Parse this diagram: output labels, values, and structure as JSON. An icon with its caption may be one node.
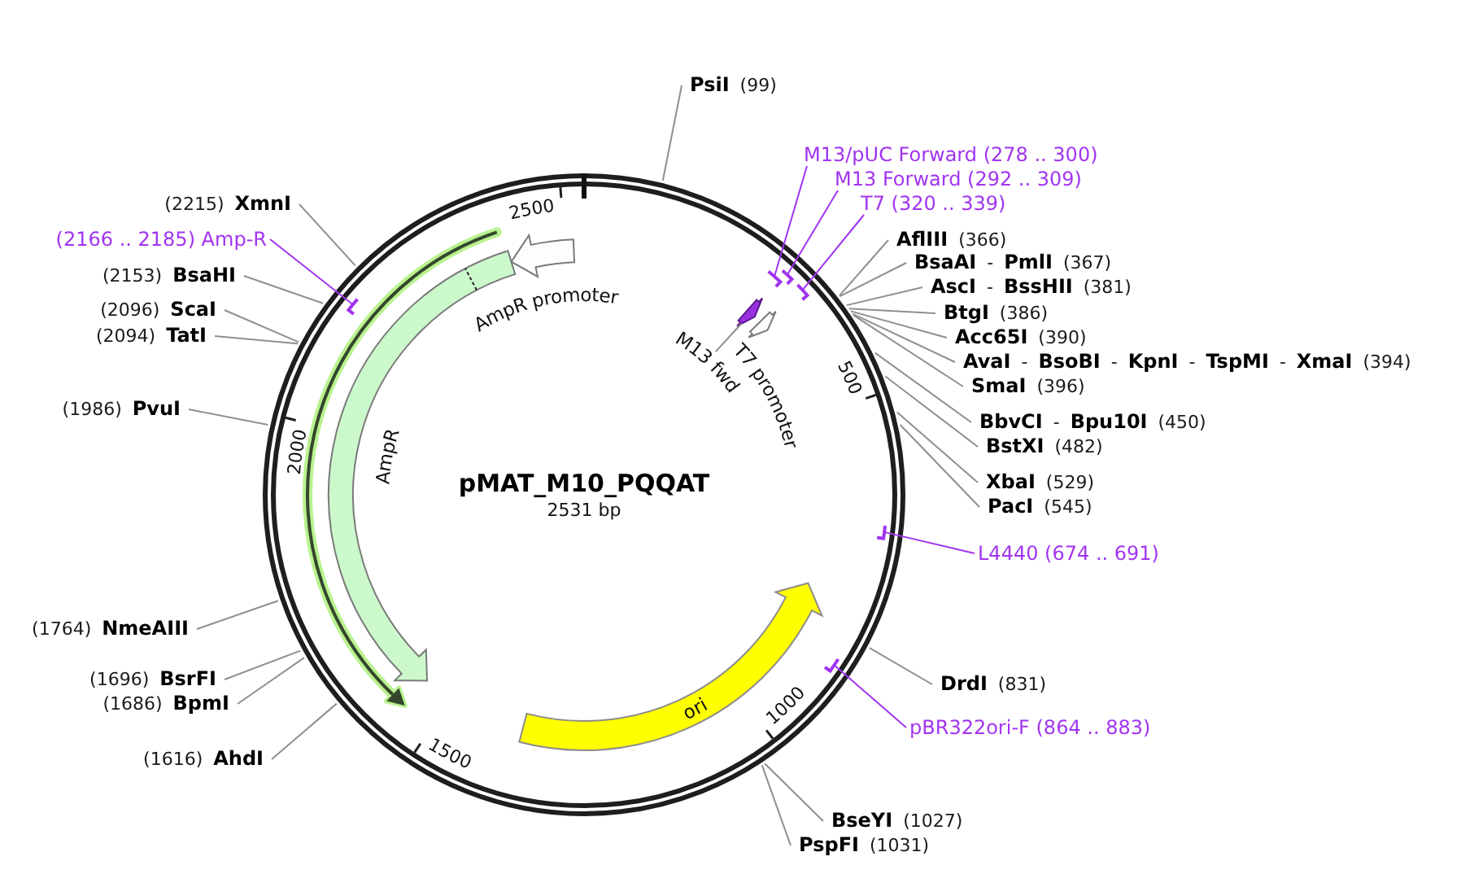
{
  "diagram": {
    "title": "pMAT_M10_PQQAT",
    "nodes": [
      {
        "text": [],
        "shape": "circle"
      },
      {
        "text": [
          "**PsiI** (99)"
        ]
      },
      {
        "text": [
          "M13/pUC Forward (278 .. 300)"
        ]
      },
      {
        "text": [],
        "shape": "bar",
        "in": 0
      },
      {
        "text": [
          "M13 Forward (292 .. 309)"
        ]
      },
      {
        "text": [],
        "shape": "bar",
        "in": 0
      },
      {
        "text": [
          "T7 (320 .. 339)"
        ]
      },
      {
        "text": [],
        "shape": "bar",
        "in": 0
      },
      {
        "text": [
          "**AflIII** (366)"
        ]
      },
      {
        "text": [
          "**BsaAI** - **PmlI** (367)"
        ]
      },
      {
        "text": [
          "**AscI** - **BssHII** (381)"
        ]
      },
      {
        "text": [
          "**BtgI** (386)"
        ]
      },
      {
        "text": [
          "**Acc65I** (390)"
        ]
      },
      {
        "text": [
          "**AvaI** - **BsoBI** - **KpnI** - **TspMI** - **XmaI** (394)"
        ]
      },
      {
        "text": [
          "**SmaI** (396)"
        ]
      },
      {
        "text": [
          "**BbvCI** - **Bpu10I** (450)"
        ]
      },
      {
        "text": [
          "**BstXI** (482)"
        ]
      },
      {
        "text": [
          "**XbaI** (529)"
        ]
      },
      {
        "text": [
          "**PacI** (545)"
        ]
      },
      {
        "text": [
          "L4440 (674 .. 691)"
        ]
      },
      {
        "text": [],
        "shape": "bar",
        "in": 0
      },
      {
        "text": [
          "**DrdI** (831)"
        ]
      },
      {
        "text": [
          "pBR322ori-F (864 .. 883)"
        ]
      },
      {
        "text": [],
        "shape": "bar",
        "in": 0
      },
      {
        "text": [
          "**BseYI** (1027)"
        ]
      },
      {
        "text": [
          "**PspFI** (1031)"
        ]
      },
      {
        "text": [
          "(1616) **AhdI**"
        ]
      },
      {
        "text": [
          "(1686) **BpmI**"
        ]
      },
      {
        "text": [
          "(1696) **BsrFI**"
        ]
      },
      {
        "text": [
          "(1764) **NmeAIII**"
        ]
      },
      {
        "text": [
          "(1986) **PvuI**"
        ]
      },
      {
        "text": [
          "(2094) **TatI**"
        ]
      },
      {
        "text": [
          "(2096) **ScaI**"
        ]
      },
      {
        "text": [
          "(2153) **BsaHI**"
        ]
      },
      {
        "text": [
          "(2166 .. 2185) Amp-R"
        ]
      },
      {
        "text": [],
        "shape": "bar",
        "in": 0
      },
      {
        "text": [
          "(2215) **XmnI**"
        ]
      },
      {
        "text": [
          "AmpR promoter"
        ],
        "in": 0
      },
      {
        "text": [
          "AmpR"
        ],
        "in": 0
      },
      {
        "text": [
          "M13 fwd"
        ],
        "in": 0
      },
      {
        "text": [],
        "shape": "arrow",
        "in": 0
      },
      {
        "text": [
          "T7 promoter"
        ],
        "in": 0
      },
      {
        "text": [
          "ori"
        ],
        "in": 0
      }
    ],
    "edges": [
      {
        "from": 1,
        "to": 0,
        "arrow": "none"
      },
      {
        "from": 2,
        "to": 3,
        "arrow": "none",
        "color": "#a134f0"
      },
      {
        "from": 4,
        "to": 5,
        "arrow": "none",
        "color": "#a134f0"
      },
      {
        "from": 6,
        "to": 7,
        "arrow": "none",
        "color": "#a134f0"
      },
      {
        "from": 8,
        "to": 0,
        "arrow": "none"
      },
      {
        "from": 9,
        "to": 0,
        "arrow": "none"
      },
      {
        "from": 10,
        "to": 0,
        "arrow": "none"
      },
      {
        "from": 11,
        "to": 0,
        "arrow": "none"
      },
      {
        "from": 12,
        "to": 0,
        "arrow": "none"
      },
      {
        "from": 13,
        "to": 0,
        "arrow": "none"
      },
      {
        "from": 14,
        "to": 0,
        "arrow": "none"
      },
      {
        "from": 15,
        "to": 0,
        "arrow": "none"
      },
      {
        "from": 16,
        "to": 0,
        "arrow": "none"
      },
      {
        "from": 17,
        "to": 0,
        "arrow": "none"
      },
      {
        "from": 18,
        "to": 0,
        "arrow": "none"
      },
      {
        "from": 19,
        "to": 20,
        "arrow": "none",
        "color": "#a134f0"
      },
      {
        "from": 21,
        "to": 0,
        "arrow": "none"
      },
      {
        "from": 22,
        "to": 23,
        "arrow": "none",
        "color": "#a134f0"
      },
      {
        "from": 24,
        "to": 0,
        "arrow": "none"
      },
      {
        "from": 25,
        "to": 0,
        "arrow": "none"
      },
      {
        "from": 26,
        "to": 0,
        "arrow": "none"
      },
      {
        "from": 27,
        "to": 0,
        "arrow": "none"
      },
      {
        "from": 28,
        "to": 0,
        "arrow": "none"
      },
      {
        "from": 29,
        "to": 0,
        "arrow": "none"
      },
      {
        "from": 30,
        "to": 0,
        "arrow": "none"
      },
      {
        "from": 31,
        "to": 0,
        "arrow": "none"
      },
      {
        "from": 32,
        "to": 0,
        "arrow": "none"
      },
      {
        "from": 33,
        "to": 0,
        "arrow": "none"
      },
      {
        "from": 34,
        "to": 35,
        "arrow": "none",
        "color": "#a134f0"
      },
      {
        "from": 36,
        "to": 0,
        "arrow": "none"
      },
      {
        "from": 39,
        "to": 40,
        "arrow": "none"
      }
    ],
    "labels": [
      "2500",
      "500",
      "1000",
      "1500",
      "2000",
      "2531 bp"
    ]
  }
}
